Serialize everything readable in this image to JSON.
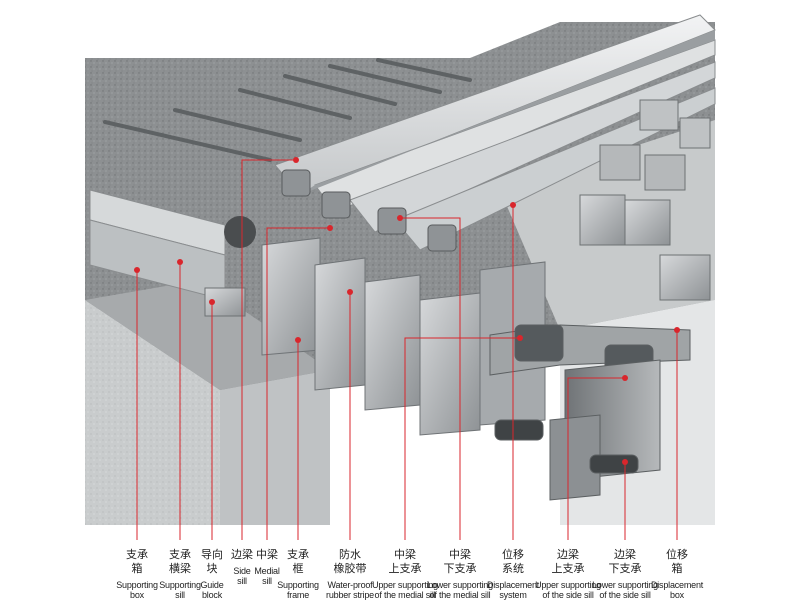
{
  "diagram": {
    "accent_color": "#d9262c",
    "labels": [
      {
        "id": "supporting-box",
        "cn": [
          "支承",
          "箱"
        ],
        "en": [
          "Supporting",
          "box"
        ]
      },
      {
        "id": "supporting-sill",
        "cn": [
          "支承",
          "横梁"
        ],
        "en": [
          "Supporting",
          "sill"
        ]
      },
      {
        "id": "guide-block",
        "cn": [
          "导向",
          "块"
        ],
        "en": [
          "Guide",
          "block"
        ]
      },
      {
        "id": "side-sill",
        "cn": [
          "边梁"
        ],
        "en": [
          "Side",
          "sill"
        ]
      },
      {
        "id": "medial-sill",
        "cn": [
          "中梁"
        ],
        "en": [
          "Medial",
          "sill"
        ]
      },
      {
        "id": "supporting-frame",
        "cn": [
          "支承",
          "框"
        ],
        "en": [
          "Supporting",
          "frame"
        ]
      },
      {
        "id": "waterproof-stripe",
        "cn": [
          "防水",
          "橡胶带"
        ],
        "en": [
          "Water-proof",
          "rubber stripe"
        ]
      },
      {
        "id": "upper-support-medial",
        "cn": [
          "中梁",
          "上支承"
        ],
        "en": [
          "Upper supporting",
          "of the medial sill"
        ]
      },
      {
        "id": "lower-support-medial",
        "cn": [
          "中梁",
          "下支承"
        ],
        "en": [
          "Lower supporting",
          "of the medial sill"
        ]
      },
      {
        "id": "displacement-system",
        "cn": [
          "位移",
          "系统"
        ],
        "en": [
          "Displacement",
          "system"
        ]
      },
      {
        "id": "upper-support-side",
        "cn": [
          "边梁",
          "上支承"
        ],
        "en": [
          "Upper supporting",
          "of the side sill"
        ]
      },
      {
        "id": "lower-support-side",
        "cn": [
          "边梁",
          "下支承"
        ],
        "en": [
          "Lower supporting",
          "of the side sill"
        ]
      },
      {
        "id": "displacement-box",
        "cn": [
          "位移",
          "箱"
        ],
        "en": [
          "Displacement",
          "box"
        ]
      }
    ]
  }
}
